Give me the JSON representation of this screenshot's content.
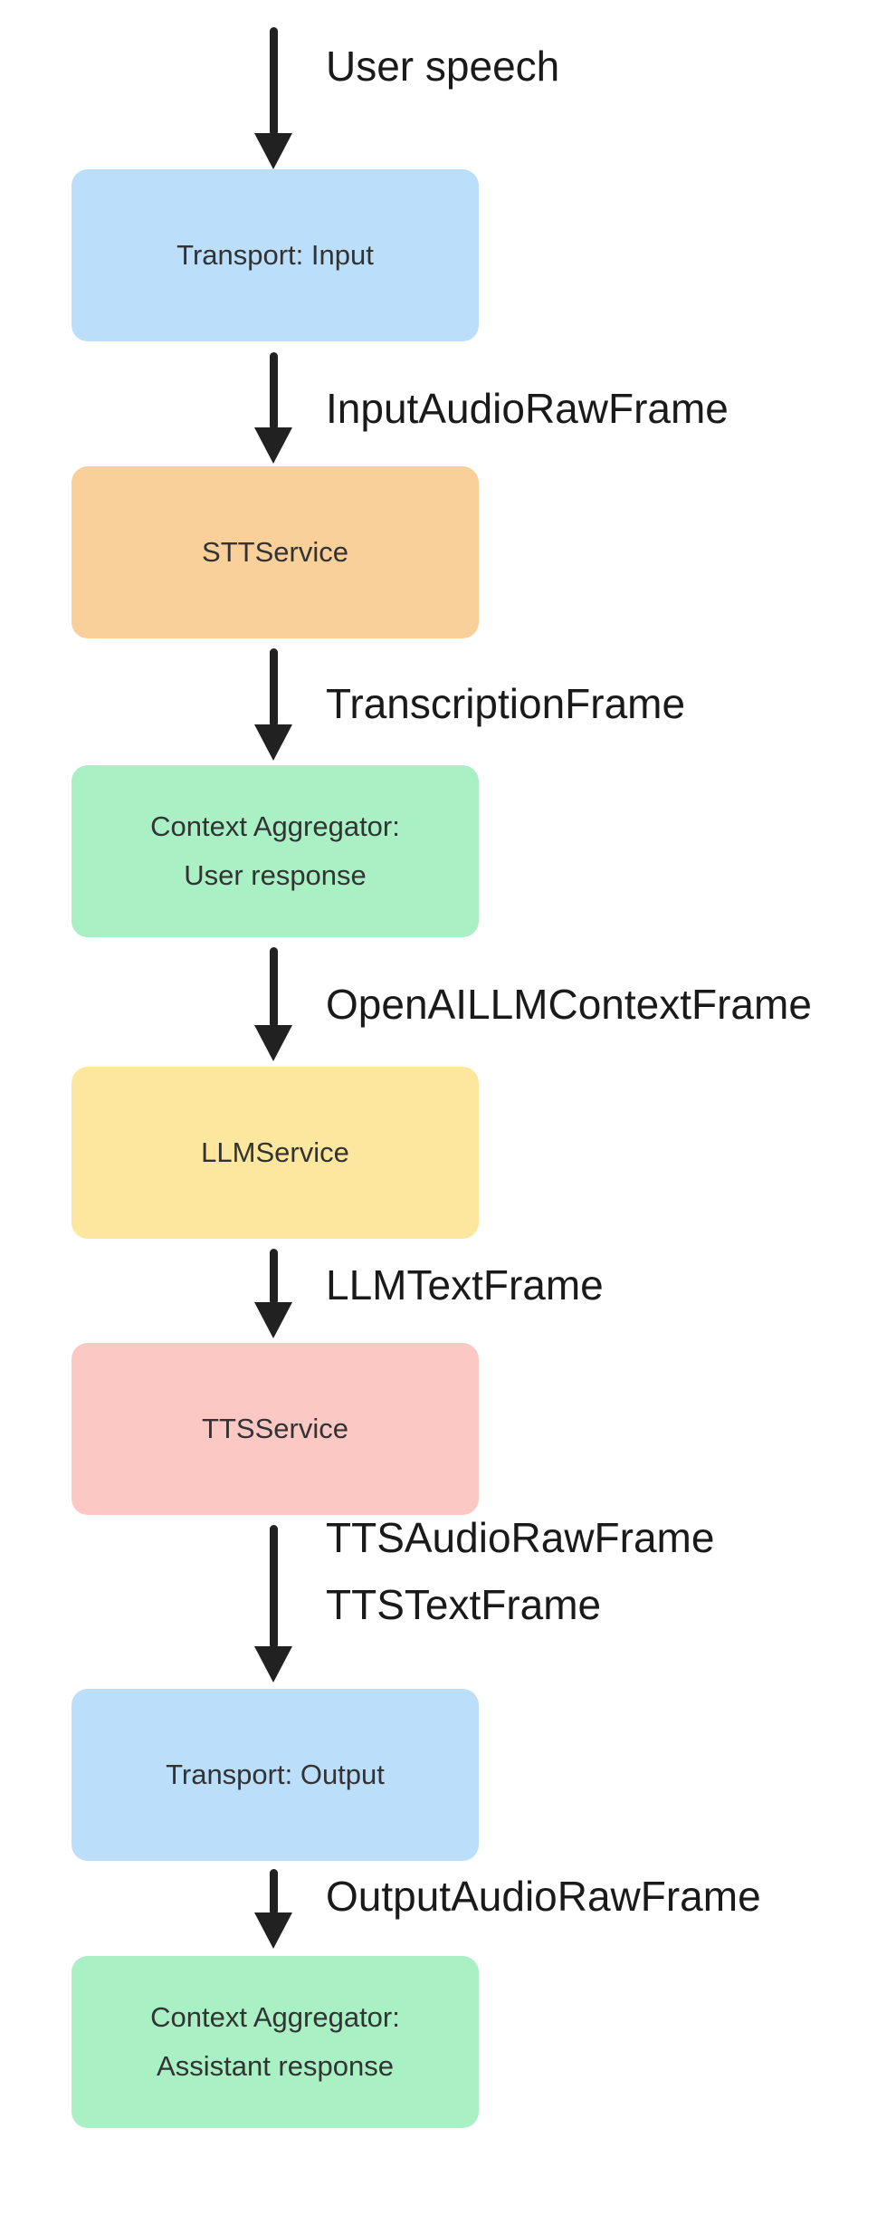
{
  "diagram": {
    "background_color": "#ffffff",
    "arrow_color": "#212121",
    "node_text_color": "#333333",
    "label_text_color": "#1a1a1a",
    "nodes": [
      {
        "id": "transport-input",
        "label": "Transport: Input",
        "color": "#bbdefb"
      },
      {
        "id": "stt-service",
        "label": "STTService",
        "color": "#f9cf9a"
      },
      {
        "id": "context-aggregator-user",
        "label": "Context Aggregator:\nUser response",
        "color": "#a9f0c5"
      },
      {
        "id": "llm-service",
        "label": "LLMService",
        "color": "#fde79e"
      },
      {
        "id": "tts-service",
        "label": "TTSService",
        "color": "#fcc8c3"
      },
      {
        "id": "transport-output",
        "label": "Transport: Output",
        "color": "#bbdefb"
      },
      {
        "id": "context-aggregator-assistant",
        "label": "Context Aggregator:\nAssistant response",
        "color": "#a9f0c5"
      }
    ],
    "arrows": [
      {
        "label": "User speech"
      },
      {
        "label": "InputAudioRawFrame"
      },
      {
        "label": "TranscriptionFrame"
      },
      {
        "label": "OpenAILLMContextFrame"
      },
      {
        "label": "LLMTextFrame"
      },
      {
        "label": "TTSAudioRawFrame\nTTSTextFrame"
      },
      {
        "label": "OutputAudioRawFrame"
      }
    ]
  }
}
